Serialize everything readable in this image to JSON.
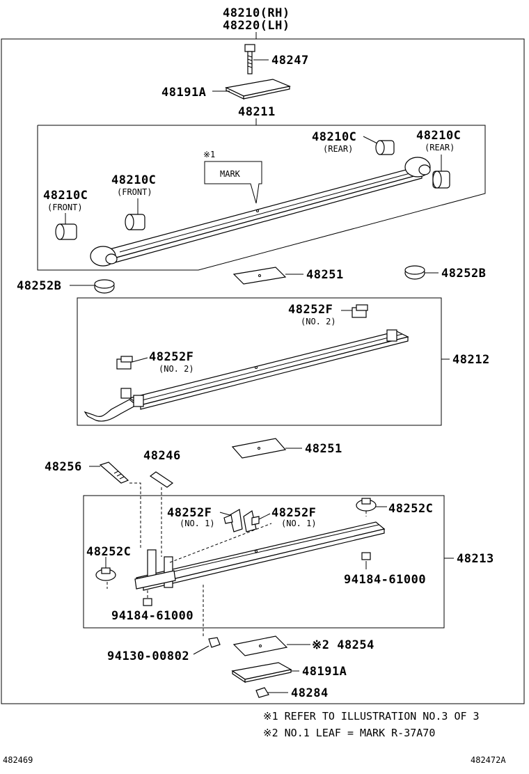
{
  "header": {
    "assembly_rh": "48210(RH)",
    "assembly_lh": "48220(LH)"
  },
  "labels": {
    "bolt_48247": "48247",
    "seat_48191a_top": "48191A",
    "leaf_48211": "48211",
    "bush_rear_1": "48210C",
    "bush_rear_1_sub": "(REAR)",
    "bush_rear_2": "48210C",
    "bush_rear_2_sub": "(REAR)",
    "bush_front_1": "48210C",
    "bush_front_1_sub": "(FRONT)",
    "bush_front_2": "48210C",
    "bush_front_2_sub": "(FRONT)",
    "mark_ref": "※1",
    "mark_box": "MARK",
    "insert_48251_a": "48251",
    "cover_48252b_left": "48252B",
    "cover_48252b_right": "48252B",
    "clip_48252f_top": "48252F",
    "clip_48252f_top_sub": "(NO. 2)",
    "clip_48252f_mid": "48252F",
    "clip_48252f_mid_sub": "(NO. 2)",
    "leaf_48212": "48212",
    "insert_48251_b": "48251",
    "bolt_48256": "48256",
    "pin_48246": "48246",
    "clip_48252f_no1_left": "48252F",
    "clip_48252f_no1_left_sub": "(NO. 1)",
    "clip_48252f_no1_right": "48252F",
    "clip_48252f_no1_right_sub": "(NO. 1)",
    "stopper_48252c_right": "48252C",
    "stopper_48252c_left": "48252C",
    "leaf_48213": "48213",
    "nut_94184_right": "94184-61000",
    "nut_94184_left": "94184-61000",
    "nut_94130": "94130-00802",
    "insert_48254": "※2 48254",
    "seat_48191a_bottom": "48191A",
    "nut_48284": "48284"
  },
  "notes": [
    "※1  REFER TO ILLUSTRATION NO.3 OF 3",
    "※2  NO.1 LEAF = MARK R-37A70"
  ],
  "footer": {
    "left_code": "482469",
    "right_code": "482472A"
  }
}
